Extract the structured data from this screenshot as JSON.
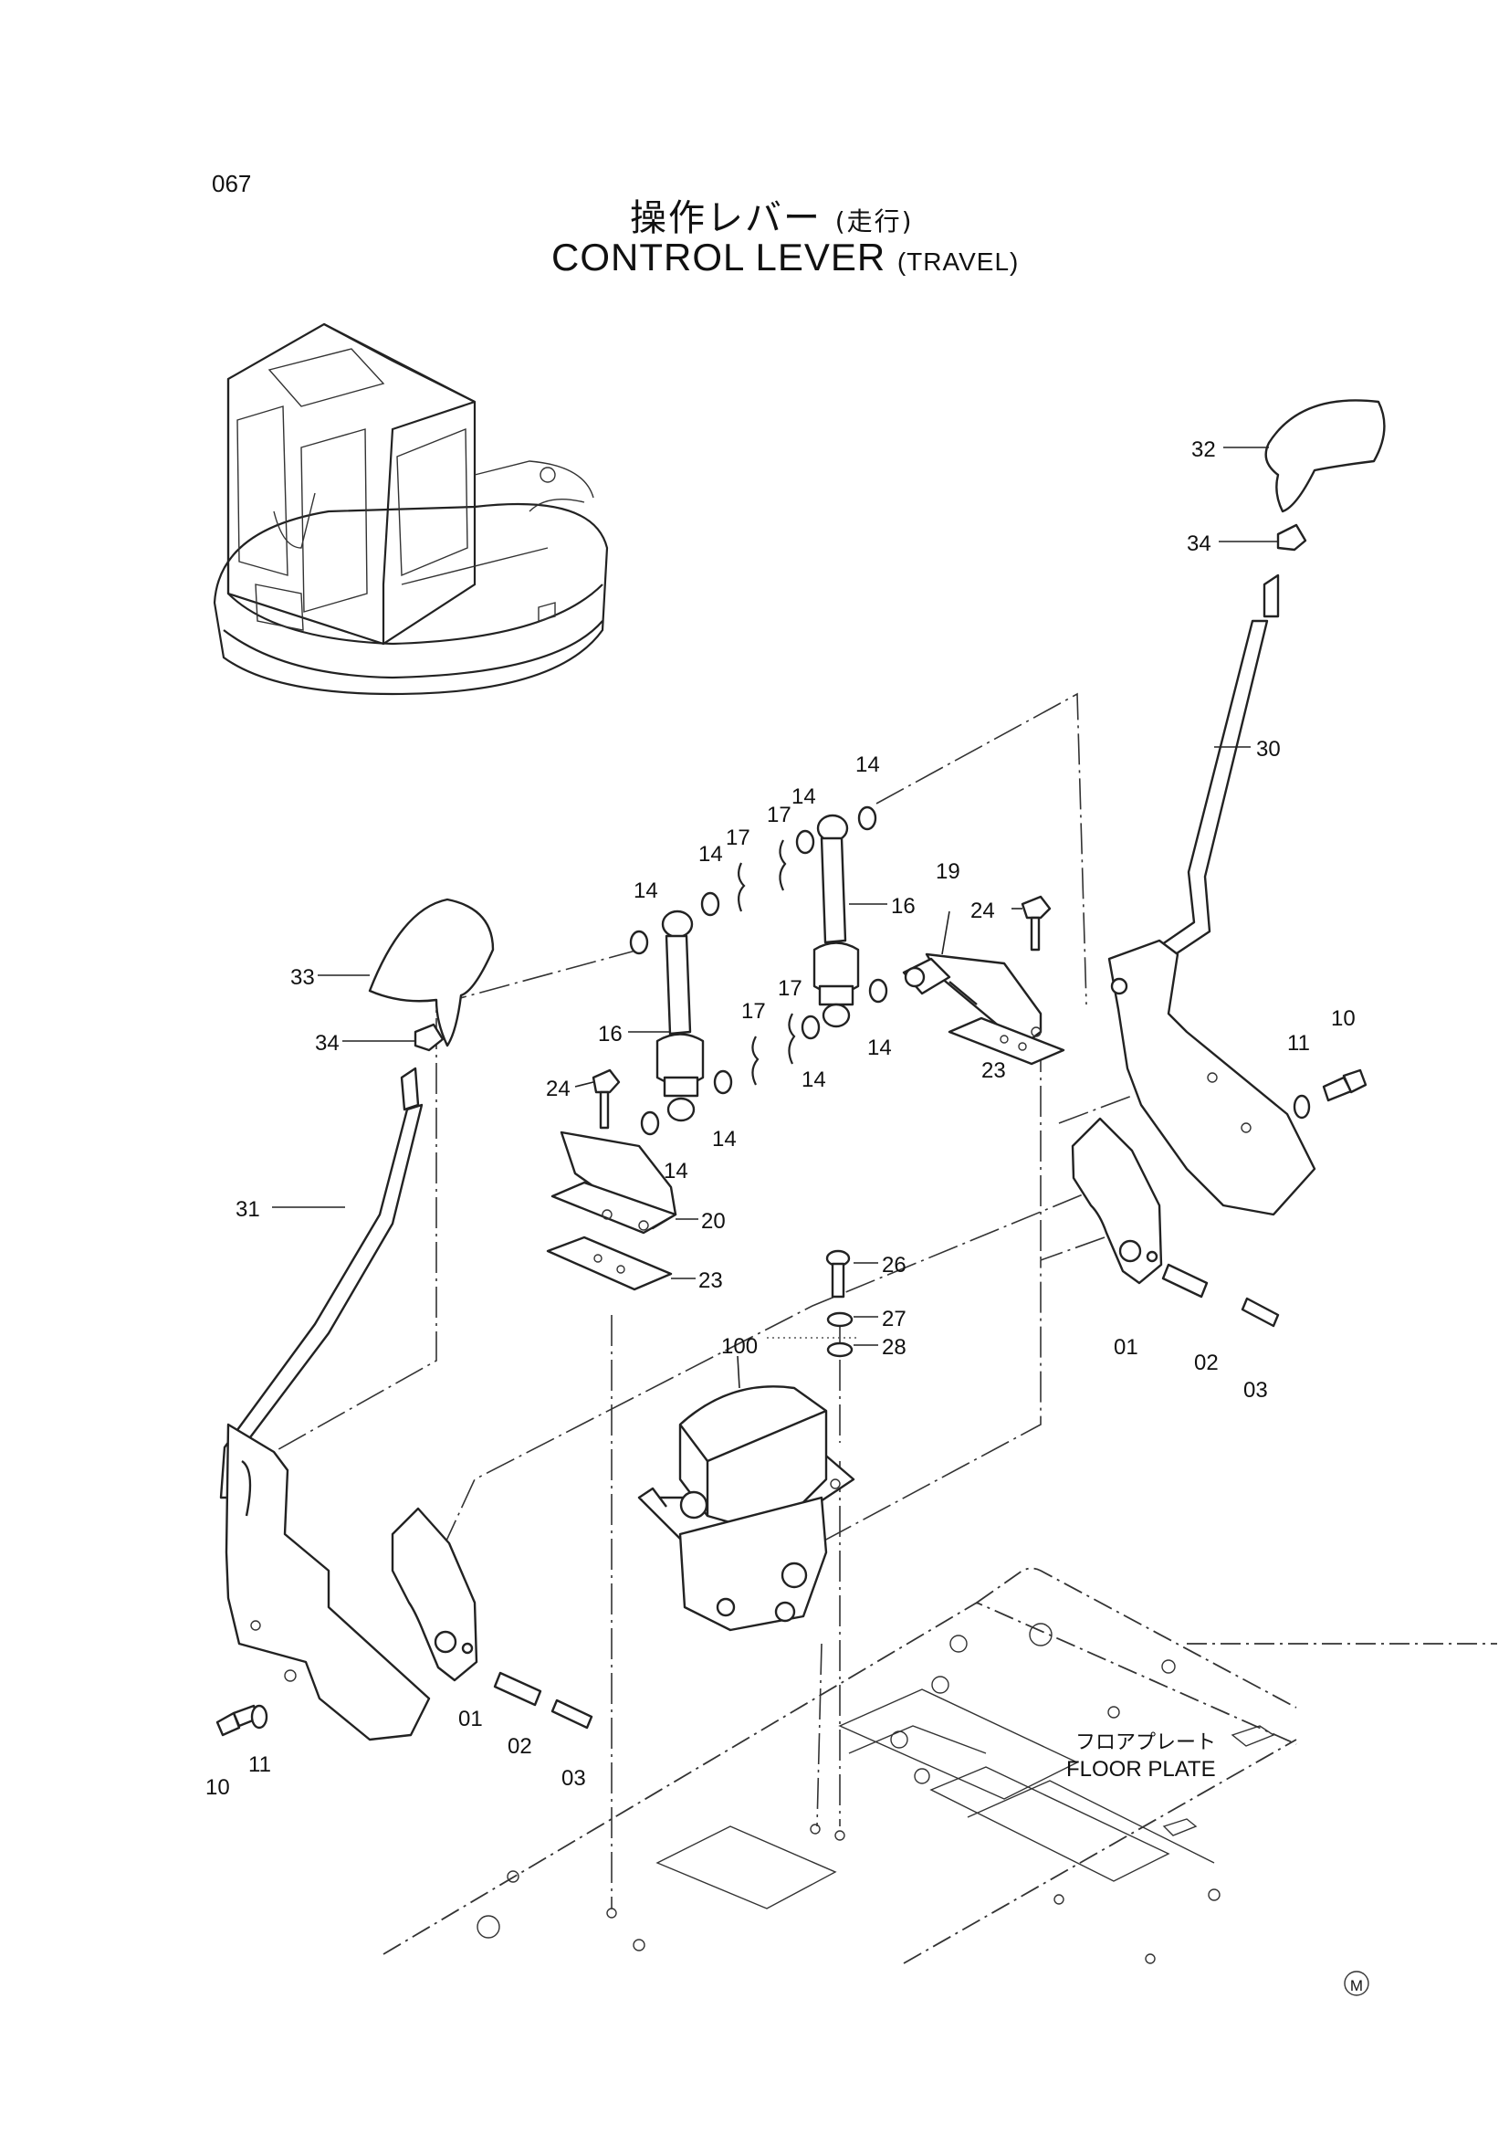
{
  "header": {
    "page_number": "067",
    "title_jp": "操作レバー",
    "title_jp_sub": "(走行)",
    "title_en": "CONTROL LEVER",
    "title_en_sub": "(TRAVEL)"
  },
  "callouts": {
    "c01a": "01",
    "c01b": "01",
    "c02a": "02",
    "c02b": "02",
    "c03a": "03",
    "c03b": "03",
    "c10a": "10",
    "c10b": "10",
    "c11a": "11",
    "c11b": "11",
    "c14a": "14",
    "c14b": "14",
    "c14c": "14",
    "c14d": "14",
    "c14e": "14",
    "c14f": "14",
    "c14g": "14",
    "c14h": "14",
    "c16a": "16",
    "c16b": "16",
    "c17a": "17",
    "c17b": "17",
    "c17c": "17",
    "c17d": "17",
    "c19": "19",
    "c20": "20",
    "c23a": "23",
    "c23b": "23",
    "c24a": "24",
    "c24b": "24",
    "c26": "26",
    "c27": "27",
    "c28": "28",
    "c30": "30",
    "c31": "31",
    "c32": "32",
    "c33": "33",
    "c34a": "34",
    "c34b": "34",
    "c100": "100"
  },
  "floor_plate": {
    "label_jp": "フロアプレート",
    "label_en": "FLOOR PLATE"
  },
  "mark": "M"
}
